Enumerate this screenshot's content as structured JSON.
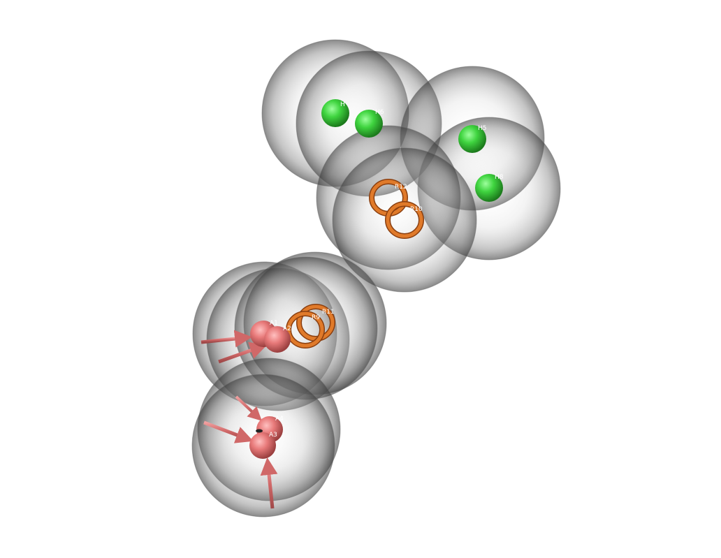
{
  "colors": {
    "background": "#ffffff",
    "hydrophobic": "#3fcf3f",
    "aromatic_ring": "#e07a2a",
    "acceptor": "#e87070",
    "acceptor_vector": "#d06868",
    "exclusion_sphere": "#8a8a8a",
    "label": "#ffffff"
  },
  "features": {
    "hydrophobic": [
      {
        "id": "hydrophobic-h-unlabeled",
        "label": "H"
      },
      {
        "id": "hydrophobic-h6",
        "label": "H6"
      },
      {
        "id": "hydrophobic-h5",
        "label": "H5"
      },
      {
        "id": "hydrophobic-h8",
        "label": "H8"
      }
    ],
    "aromatic": [
      {
        "id": "aromatic-r12",
        "label": "R12"
      },
      {
        "id": "aromatic-r10",
        "label": "R10"
      },
      {
        "id": "aromatic-r11",
        "label": "R11"
      },
      {
        "id": "aromatic-r9",
        "label": "R9"
      }
    ],
    "acceptor": [
      {
        "id": "acceptor-a1",
        "label": "A1"
      },
      {
        "id": "acceptor-a2",
        "label": "A2"
      },
      {
        "id": "acceptor-a4",
        "label": "A4"
      },
      {
        "id": "acceptor-a3",
        "label": "A3"
      }
    ]
  }
}
